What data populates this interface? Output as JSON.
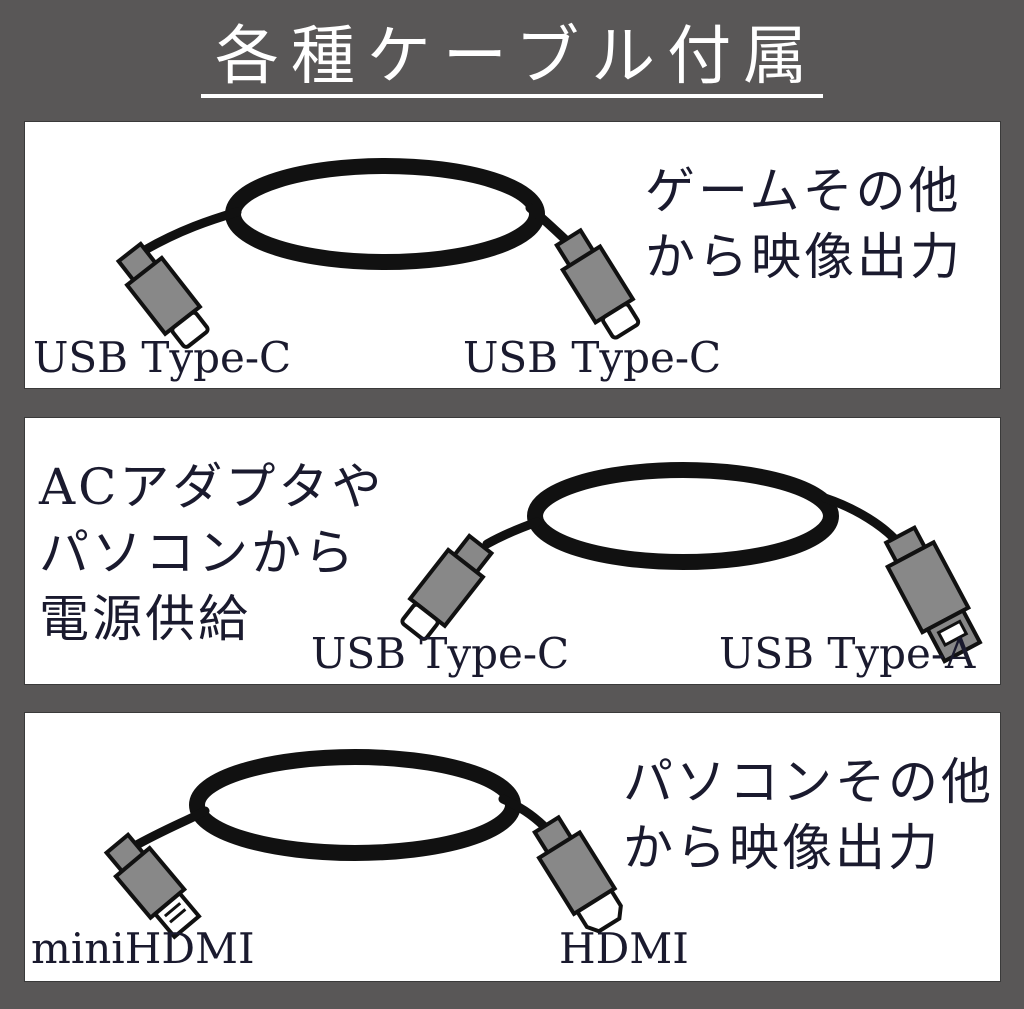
{
  "title": "各種ケーブル付属",
  "panels": [
    {
      "description_lines": [
        "ゲームその他",
        "から映像出力"
      ],
      "left_label": "USB Type-C",
      "right_label": "USB Type-C"
    },
    {
      "description_lines": [
        "ACアダプタや",
        "パソコンから",
        "電源供給"
      ],
      "left_label": "USB Type-C",
      "right_label": "USB Type-A"
    },
    {
      "description_lines": [
        "パソコンその他",
        "から映像出力"
      ],
      "left_label": "miniHDMI",
      "right_label": "HDMI"
    }
  ],
  "colors": {
    "background": "#595757",
    "panel": "#ffffff",
    "text": "#1a1a2e",
    "cable": "#111111",
    "connector": "#888888"
  }
}
